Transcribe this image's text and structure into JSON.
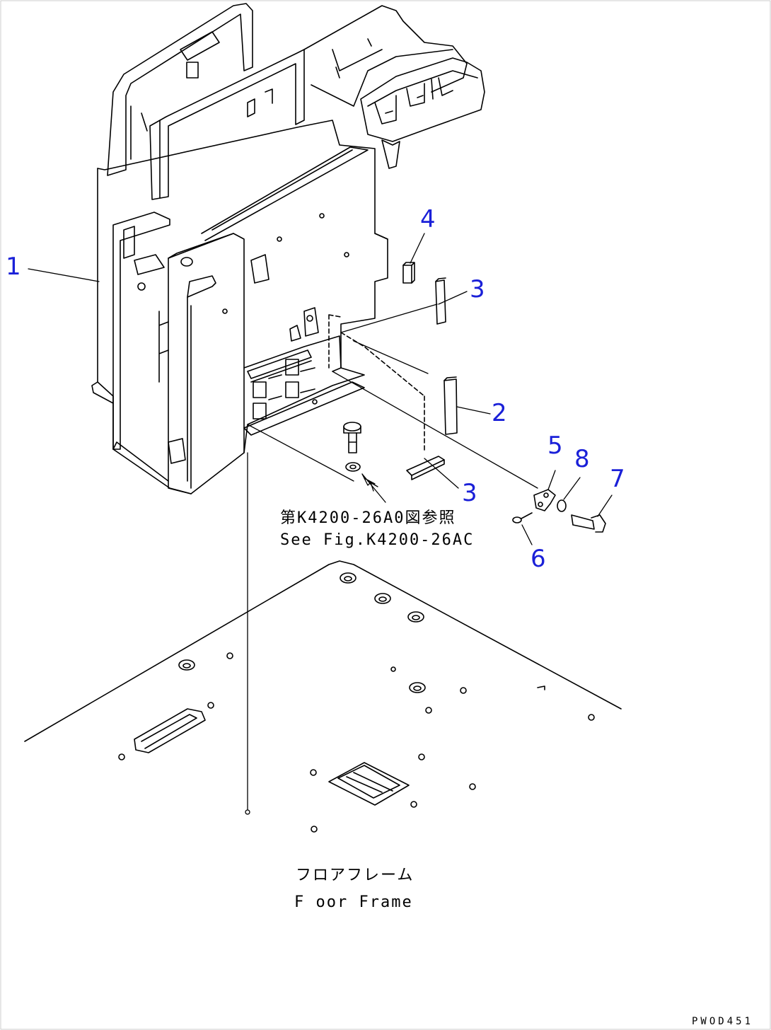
{
  "callouts": {
    "c1": "1",
    "c2": "2",
    "c3a": "3",
    "c3b": "3",
    "c4": "4",
    "c5": "5",
    "c6": "6",
    "c7": "7",
    "c8": "8"
  },
  "reference": {
    "jp": "第K4200-26A0図参照",
    "en": "See Fig.K4200-26AC"
  },
  "floor_frame": {
    "jp": "フロアフレーム",
    "en": "F oor Frame"
  },
  "drawing_code": "PWOD451",
  "colors": {
    "callout": "#1a20d8",
    "line": "#000000"
  }
}
